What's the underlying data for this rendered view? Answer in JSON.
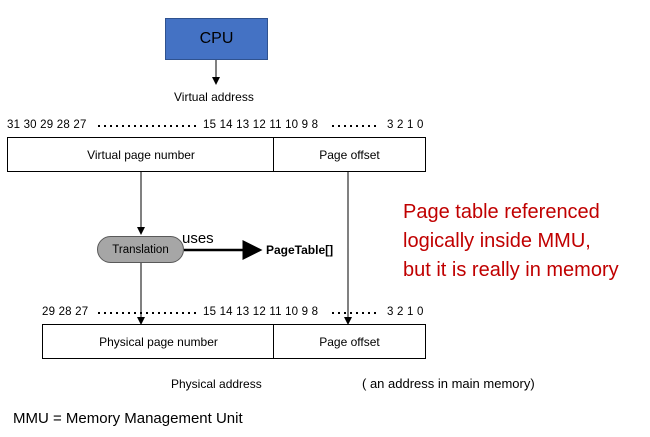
{
  "cpu_label": "CPU",
  "virtual_address_label": "Virtual address",
  "virtual_bits": {
    "high": "31 30 29 28 27",
    "mid": "15 14 13 12 11 10 9 8",
    "low": "3 2 1 0"
  },
  "virtual_page_number": "Virtual page number",
  "virtual_page_offset": "Page offset",
  "translation_label": "Translation",
  "uses_label": "uses",
  "page_table_label": "PageTable[]",
  "note_lines": [
    "Page table referenced",
    "logically inside MMU,",
    "but it is really in memory"
  ],
  "physical_bits": {
    "high": "29 28 27",
    "mid": "15 14 13 12 11 10 9 8",
    "low": "3 2 1 0"
  },
  "physical_page_number": "Physical page number",
  "physical_page_offset": "Page offset",
  "physical_address_label": "Physical address",
  "main_memory_note": "( an address in main memory)",
  "footer": "MMU = Memory Management Unit"
}
